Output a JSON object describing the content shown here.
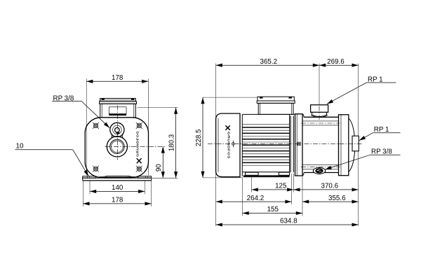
{
  "page": {
    "background": "#ffffff",
    "line_color": "#000000",
    "description": "Technical dimensional drawing of a multistage centrifugal pump, front view and side view"
  },
  "front_view": {
    "brand": "GRUNDFOS",
    "labels": {
      "small_port": "RP 3/8",
      "foot_slot": "10"
    },
    "dims": {
      "width_top": "178",
      "overall_height": "180.3",
      "port_center_height": "90",
      "foot_slot_spacing": "140",
      "base_width": "178"
    }
  },
  "side_view": {
    "brand": "GRUNDFOS",
    "labels": {
      "discharge_port": "RP 1",
      "end_port": "RP 1",
      "drain_plug": "RP 3/8"
    },
    "dims": {
      "motor_to_port_center": "365.2",
      "port_center_to_end": "269.6",
      "overall_height": "228.5",
      "foot_hole_to_coupling": "125",
      "coupling_to_port_end": "370.6",
      "back_to_coupling": "264.2",
      "flange_to_port_end": "355.6",
      "foot_length": "155",
      "total_length": "634.8"
    }
  }
}
